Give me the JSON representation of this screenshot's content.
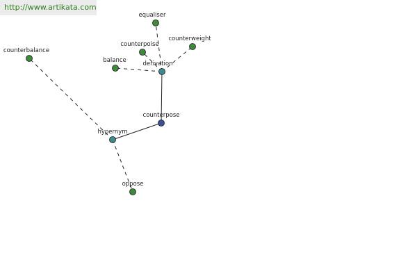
{
  "watermark": {
    "text": "http://www.artikata.com"
  },
  "colors": {
    "center_node": "#3c4f8f",
    "relation_node": "#3f8a8c",
    "word_node": "#3c8a3c",
    "edge": "#222222",
    "watermark_text": "#2e7d1e"
  },
  "graph": {
    "nodes": [
      {
        "id": "counterpose",
        "label": "counterpose",
        "kind": "center"
      },
      {
        "id": "derivation",
        "label": "derivation",
        "kind": "relation"
      },
      {
        "id": "hypernym",
        "label": "hypernym",
        "kind": "relation"
      },
      {
        "id": "equaliser",
        "label": "equaliser",
        "kind": "word"
      },
      {
        "id": "counterpoise",
        "label": "counterpoise",
        "kind": "word"
      },
      {
        "id": "counterweight",
        "label": "counterweight",
        "kind": "word"
      },
      {
        "id": "balance",
        "label": "balance",
        "kind": "word"
      },
      {
        "id": "counterbalance",
        "label": "counterbalance",
        "kind": "word"
      },
      {
        "id": "oppose",
        "label": "oppose",
        "kind": "word"
      }
    ],
    "edges": [
      {
        "from": "counterpose",
        "to": "derivation",
        "style": "solid"
      },
      {
        "from": "counterpose",
        "to": "hypernym",
        "style": "solid"
      },
      {
        "from": "derivation",
        "to": "equaliser",
        "style": "dashed"
      },
      {
        "from": "derivation",
        "to": "counterpoise",
        "style": "dashed"
      },
      {
        "from": "derivation",
        "to": "counterweight",
        "style": "dashed"
      },
      {
        "from": "derivation",
        "to": "balance",
        "style": "dashed"
      },
      {
        "from": "hypernym",
        "to": "counterbalance",
        "style": "dashed"
      },
      {
        "from": "hypernym",
        "to": "oppose",
        "style": "dashed"
      }
    ]
  }
}
